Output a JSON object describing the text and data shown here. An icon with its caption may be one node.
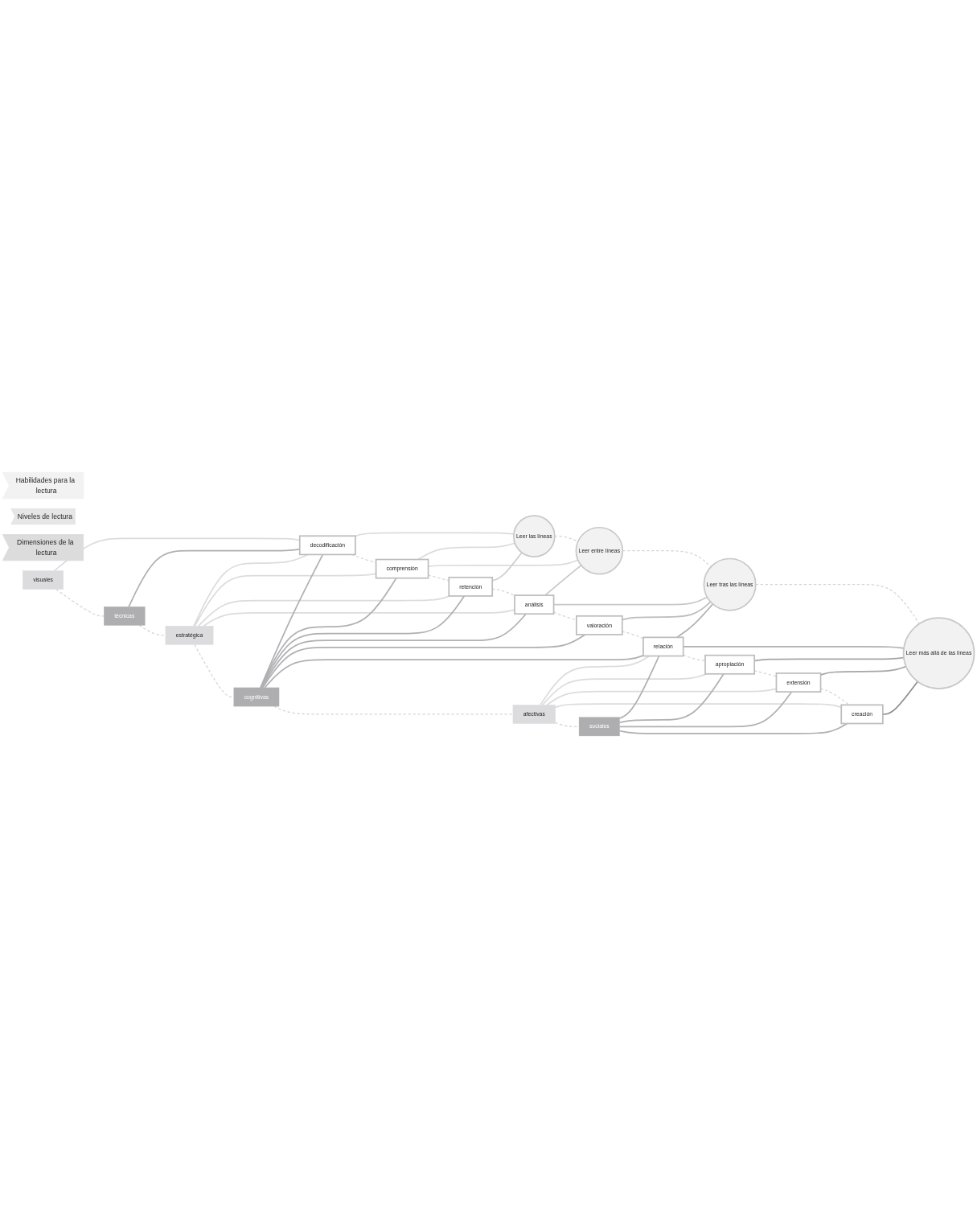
{
  "diagram": {
    "nodes": [
      {
        "text": [
          "Habilidades para la lectura"
        ]
      },
      {
        "text": [
          "Niveles de lectura"
        ]
      },
      {
        "text": [
          "Dimensiones de la lectura"
        ]
      },
      {
        "text": [
          "visuales"
        ]
      },
      {
        "text": [
          "técnicas"
        ]
      },
      {
        "text": [
          "estratégica"
        ]
      },
      {
        "text": [
          "cognitivas"
        ]
      },
      {
        "text": [
          "afectivas"
        ]
      },
      {
        "text": [
          "sociales"
        ]
      },
      {
        "text": [
          "decodificación"
        ]
      },
      {
        "text": [
          "comprensión"
        ]
      },
      {
        "text": [
          "retención"
        ]
      },
      {
        "text": [
          "análisis"
        ]
      },
      {
        "text": [
          "valoración"
        ]
      },
      {
        "text": [
          "relación"
        ]
      },
      {
        "text": [
          "apropiación"
        ]
      },
      {
        "text": [
          "extensión"
        ]
      },
      {
        "text": [
          "creación"
        ]
      },
      {
        "text": [
          "Leer las líneas"
        ]
      },
      {
        "text": [
          "Leer entre líneas"
        ]
      },
      {
        "text": [
          "Leer tras las líneas"
        ]
      },
      {
        "text": [
          "Leer más allá de las líneas"
        ]
      }
    ],
    "edges": [
      {
        "from": 3,
        "to": 9,
        "arrow": "none",
        "color": "#dcdcde"
      },
      {
        "from": 4,
        "to": 9,
        "arrow": "none"
      },
      {
        "from": 5,
        "to": 9,
        "arrow": "none",
        "color": "#dcdcde"
      },
      {
        "from": 5,
        "to": 10,
        "arrow": "none",
        "color": "#dcdcde"
      },
      {
        "from": 5,
        "to": 11,
        "arrow": "none",
        "color": "#dcdcde"
      },
      {
        "from": 5,
        "to": 12,
        "arrow": "none",
        "color": "#dcdcde"
      },
      {
        "from": 6,
        "to": 9,
        "arrow": "none"
      },
      {
        "from": 6,
        "to": 10,
        "arrow": "none"
      },
      {
        "from": 6,
        "to": 11,
        "arrow": "none"
      },
      {
        "from": 6,
        "to": 12,
        "arrow": "none"
      },
      {
        "from": 6,
        "to": 13,
        "arrow": "none"
      },
      {
        "from": 6,
        "to": 14,
        "arrow": "none"
      },
      {
        "from": 7,
        "to": 14,
        "arrow": "none",
        "color": "#dcdcde"
      },
      {
        "from": 7,
        "to": 15,
        "arrow": "none",
        "color": "#dcdcde"
      },
      {
        "from": 7,
        "to": 16,
        "arrow": "none",
        "color": "#dcdcde"
      },
      {
        "from": 7,
        "to": 17,
        "arrow": "none",
        "color": "#dcdcde"
      },
      {
        "from": 8,
        "to": 14,
        "arrow": "none"
      },
      {
        "from": 8,
        "to": 15,
        "arrow": "none"
      },
      {
        "from": 8,
        "to": 16,
        "arrow": "none"
      },
      {
        "from": 8,
        "to": 17,
        "arrow": "none"
      },
      {
        "from": 9,
        "to": 18,
        "arrow": "none",
        "color": "#dcdcde"
      },
      {
        "from": 10,
        "to": 18,
        "arrow": "none",
        "color": "#dcdcde"
      },
      {
        "from": 10,
        "to": 19,
        "arrow": "none",
        "color": "#dcdcde"
      },
      {
        "from": 11,
        "to": 18,
        "arrow": "none",
        "color": "#d0d0d2"
      },
      {
        "from": 12,
        "to": 19,
        "arrow": "none",
        "color": "#c8c8ca"
      },
      {
        "from": 12,
        "to": 20,
        "arrow": "none",
        "color": "#c8c8ca"
      },
      {
        "from": 13,
        "to": 20,
        "arrow": "none",
        "color": "#bdbdc0"
      },
      {
        "from": 14,
        "to": 20,
        "arrow": "none"
      },
      {
        "from": 14,
        "to": 21,
        "arrow": "none"
      },
      {
        "from": 15,
        "to": 21,
        "arrow": "none",
        "color": "#a6a6a9"
      },
      {
        "from": 16,
        "to": 21,
        "arrow": "none",
        "color": "#a6a6a9"
      },
      {
        "from": 17,
        "to": 21,
        "arrow": "none",
        "color": "#8e8e91"
      },
      {
        "from": 3,
        "to": 4,
        "arrow": "none",
        "style": "dashed",
        "color": "#d6d6d8"
      },
      {
        "from": 4,
        "to": 5,
        "arrow": "none",
        "style": "dashed",
        "color": "#d6d6d8"
      },
      {
        "from": 5,
        "to": 6,
        "arrow": "none",
        "style": "dashed",
        "color": "#d6d6d8"
      },
      {
        "from": 6,
        "to": 7,
        "arrow": "none",
        "style": "dashed",
        "color": "#d6d6d8"
      },
      {
        "from": 7,
        "to": 8,
        "arrow": "none",
        "style": "dashed",
        "color": "#d6d6d8"
      },
      {
        "from": 9,
        "to": 10,
        "arrow": "none",
        "style": "dashed",
        "color": "#d6d6d8"
      },
      {
        "from": 10,
        "to": 11,
        "arrow": "none",
        "style": "dashed",
        "color": "#d6d6d8"
      },
      {
        "from": 11,
        "to": 12,
        "arrow": "none",
        "style": "dashed",
        "color": "#d6d6d8"
      },
      {
        "from": 12,
        "to": 13,
        "arrow": "none",
        "style": "dashed",
        "color": "#d6d6d8"
      },
      {
        "from": 13,
        "to": 14,
        "arrow": "none",
        "style": "dashed",
        "color": "#d6d6d8"
      },
      {
        "from": 14,
        "to": 15,
        "arrow": "none",
        "style": "dashed",
        "color": "#d6d6d8"
      },
      {
        "from": 15,
        "to": 16,
        "arrow": "none",
        "style": "dashed",
        "color": "#d6d6d8"
      },
      {
        "from": 16,
        "to": 17,
        "arrow": "none",
        "style": "dashed",
        "color": "#d6d6d8"
      },
      {
        "from": 18,
        "to": 19,
        "arrow": "none",
        "style": "dashed",
        "color": "#d6d6d8"
      },
      {
        "from": 19,
        "to": 20,
        "arrow": "none",
        "style": "dashed",
        "color": "#d6d6d8"
      },
      {
        "from": 20,
        "to": 21,
        "arrow": "none",
        "style": "dashed",
        "color": "#d6d6d8"
      }
    ]
  }
}
